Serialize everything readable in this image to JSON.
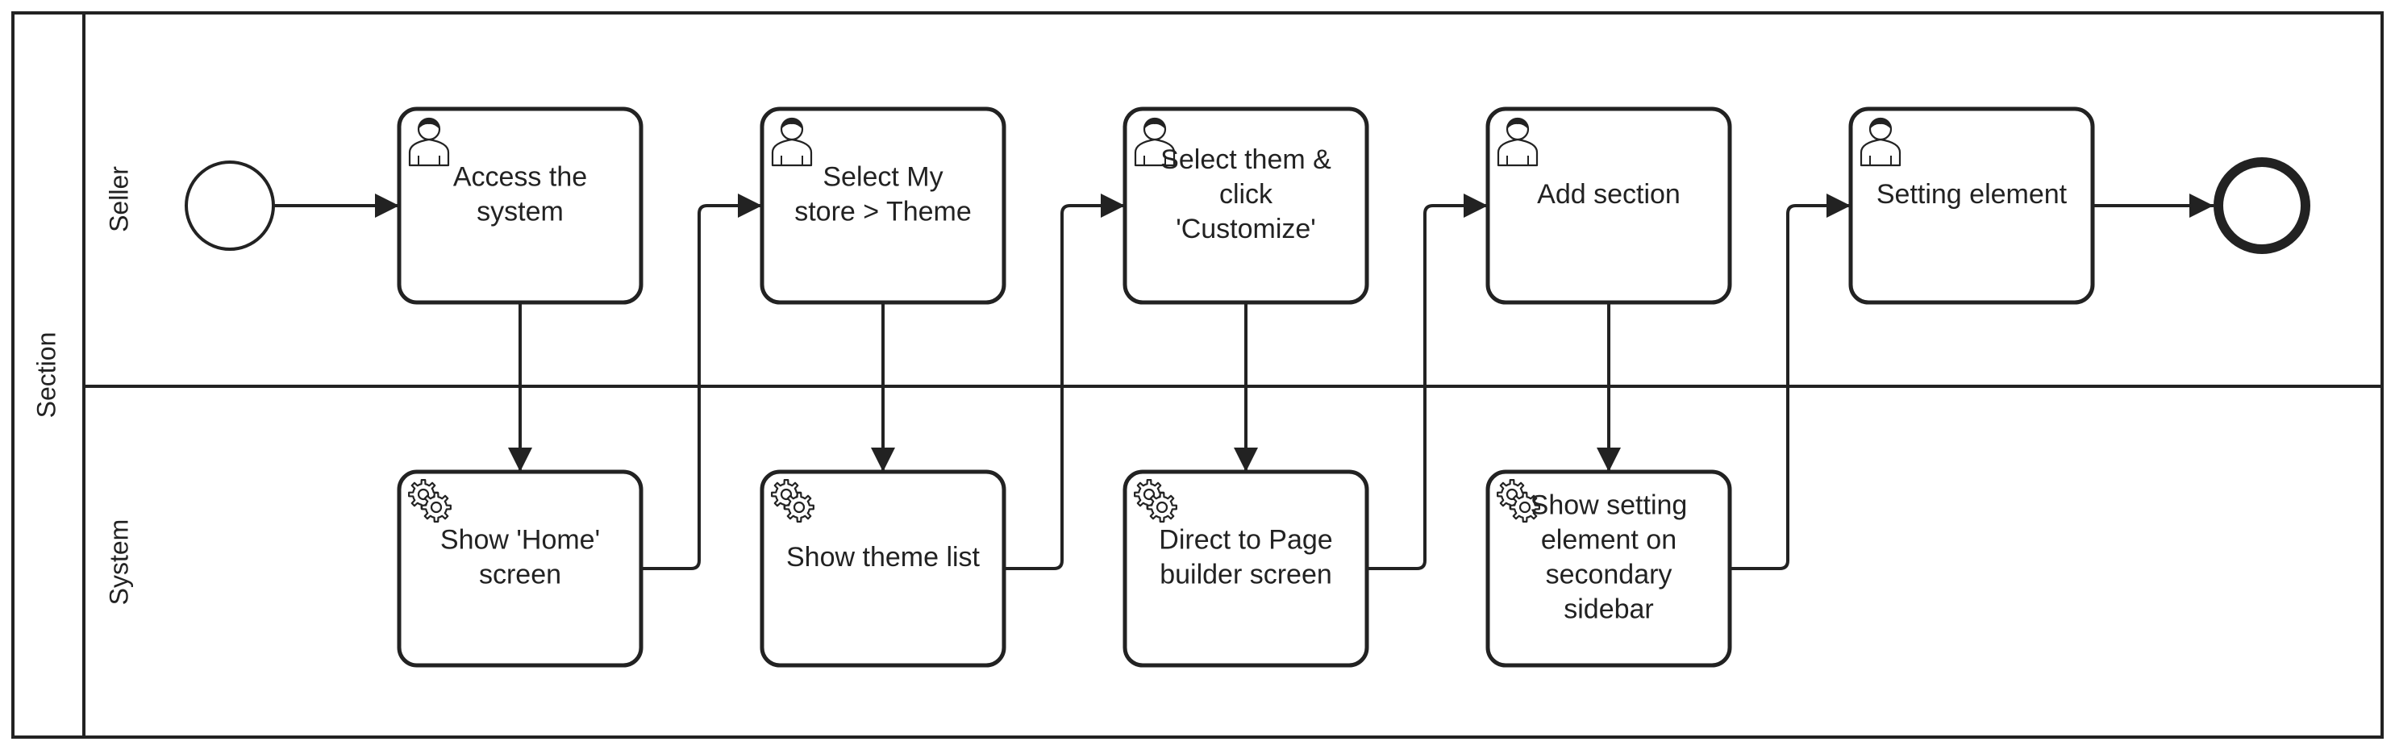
{
  "pool": {
    "label": "Section"
  },
  "lanes": [
    {
      "id": "seller",
      "label": "Seller"
    },
    {
      "id": "system",
      "label": "System"
    }
  ],
  "events": [
    {
      "id": "start",
      "type": "start",
      "lane": "seller"
    },
    {
      "id": "end",
      "type": "end",
      "lane": "seller"
    }
  ],
  "tasks": [
    {
      "id": "t1",
      "lane": "seller",
      "type": "user",
      "icon": "user-icon",
      "lines": [
        "Access the",
        "system"
      ]
    },
    {
      "id": "t2",
      "lane": "seller",
      "type": "user",
      "icon": "user-icon",
      "lines": [
        "Select My",
        "store > Theme"
      ]
    },
    {
      "id": "t3",
      "lane": "seller",
      "type": "user",
      "icon": "user-icon",
      "lines": [
        "Select them &",
        "click",
        "'Customize'"
      ]
    },
    {
      "id": "t4",
      "lane": "seller",
      "type": "user",
      "icon": "user-icon",
      "lines": [
        "Add section"
      ]
    },
    {
      "id": "t5",
      "lane": "seller",
      "type": "user",
      "icon": "user-icon",
      "lines": [
        "Setting element"
      ]
    },
    {
      "id": "s1",
      "lane": "system",
      "type": "service",
      "icon": "gear-icon",
      "lines": [
        "Show 'Home'",
        "screen"
      ]
    },
    {
      "id": "s2",
      "lane": "system",
      "type": "service",
      "icon": "gear-icon",
      "lines": [
        "Show theme list"
      ]
    },
    {
      "id": "s3",
      "lane": "system",
      "type": "service",
      "icon": "gear-icon",
      "lines": [
        "Direct to Page",
        "builder screen"
      ]
    },
    {
      "id": "s4",
      "lane": "system",
      "type": "service",
      "icon": "gear-icon",
      "lines": [
        "Show setting",
        "element on",
        "secondary",
        "sidebar"
      ]
    }
  ],
  "flows": [
    {
      "from": "start",
      "to": "t1"
    },
    {
      "from": "t1",
      "to": "s1"
    },
    {
      "from": "s1",
      "to": "t2"
    },
    {
      "from": "t2",
      "to": "s2"
    },
    {
      "from": "s2",
      "to": "t3"
    },
    {
      "from": "t3",
      "to": "s3"
    },
    {
      "from": "s3",
      "to": "t4"
    },
    {
      "from": "t4",
      "to": "s4"
    },
    {
      "from": "s4",
      "to": "t5"
    },
    {
      "from": "t5",
      "to": "end"
    }
  ],
  "colors": {
    "stroke": "#222222",
    "fill": "#ffffff",
    "text": "#222222"
  }
}
